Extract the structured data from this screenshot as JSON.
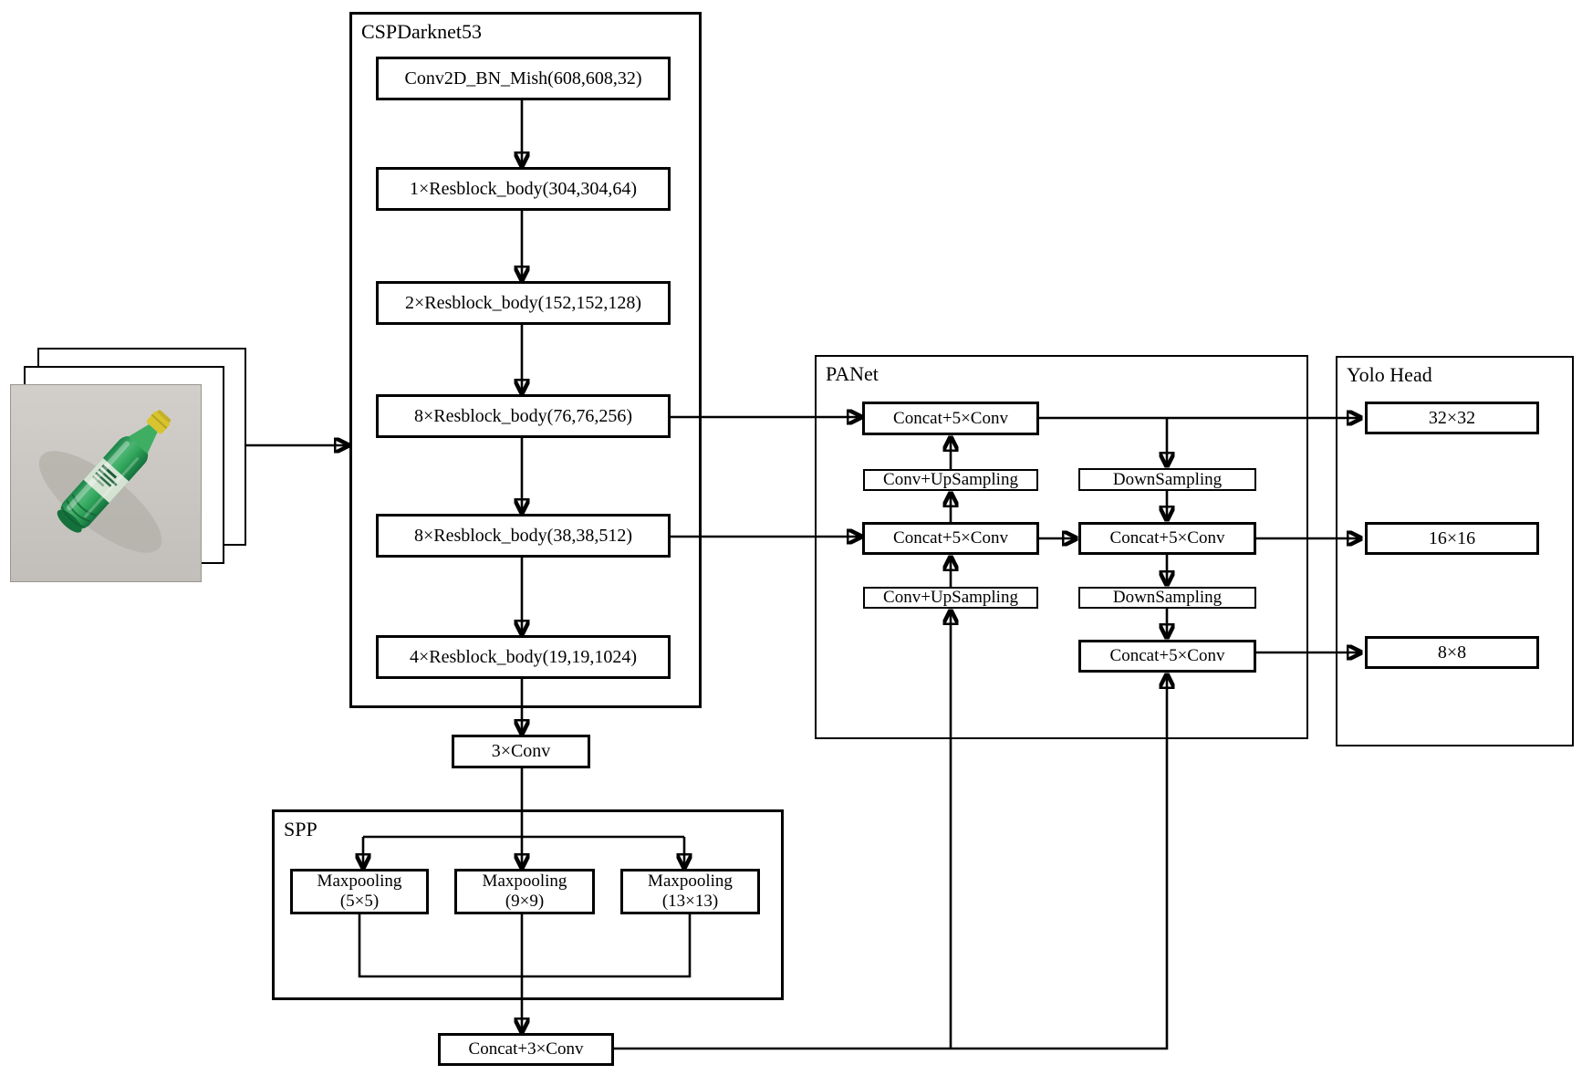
{
  "backbone": {
    "label": "CSPDarknet53",
    "blocks": [
      "Conv2D_BN_Mish(608,608,32)",
      "1×Resblock_body(304,304,64)",
      "2×Resblock_body(152,152,128)",
      "8×Resblock_body(76,76,256)",
      "8×Resblock_body(38,38,512)",
      "4×Resblock_body(19,19,1024)"
    ]
  },
  "neck": {
    "conv3_label": "3×Conv",
    "spp": {
      "label": "SPP",
      "pools": [
        {
          "name": "Maxpooling",
          "kernel": "(5×5)"
        },
        {
          "name": "Maxpooling",
          "kernel": "(9×9)"
        },
        {
          "name": "Maxpooling",
          "kernel": "(13×13)"
        }
      ]
    },
    "concat3conv_label": "Concat+3×Conv"
  },
  "panet": {
    "label": "PANet",
    "nodes": {
      "top_concat": "Concat+5×Conv",
      "up_sampling_1": "Conv+UpSampling",
      "mid_concat": "Concat+5×Conv",
      "up_sampling_2": "Conv+UpSampling",
      "down_sampling_1": "DownSampling",
      "mid_right_concat": "Concat+5×Conv",
      "down_sampling_2": "DownSampling",
      "bottom_concat": "Concat+5×Conv"
    }
  },
  "yolo": {
    "label": "Yolo Head",
    "outputs": [
      "32×32",
      "16×16",
      "8×8"
    ]
  },
  "colors": {
    "line": "#000000",
    "box_background": "#ffffff",
    "photo_background": "#cac7c2",
    "bottle_green": "#2fa45a",
    "bottle_green_dark": "#15713c",
    "cap_yellow": "#d8c430"
  }
}
